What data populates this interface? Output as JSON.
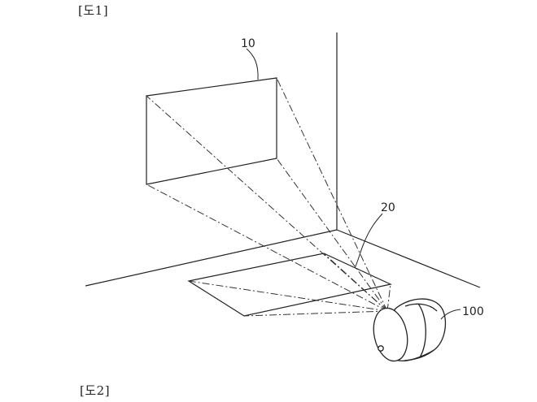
{
  "figures": {
    "fig1_label": "[도1]",
    "fig2_label": "[도2]"
  },
  "references": {
    "screen": "10",
    "floor_projection": "20",
    "projector": "100"
  },
  "colors": {
    "ink": "#222222",
    "background": "#ffffff"
  }
}
